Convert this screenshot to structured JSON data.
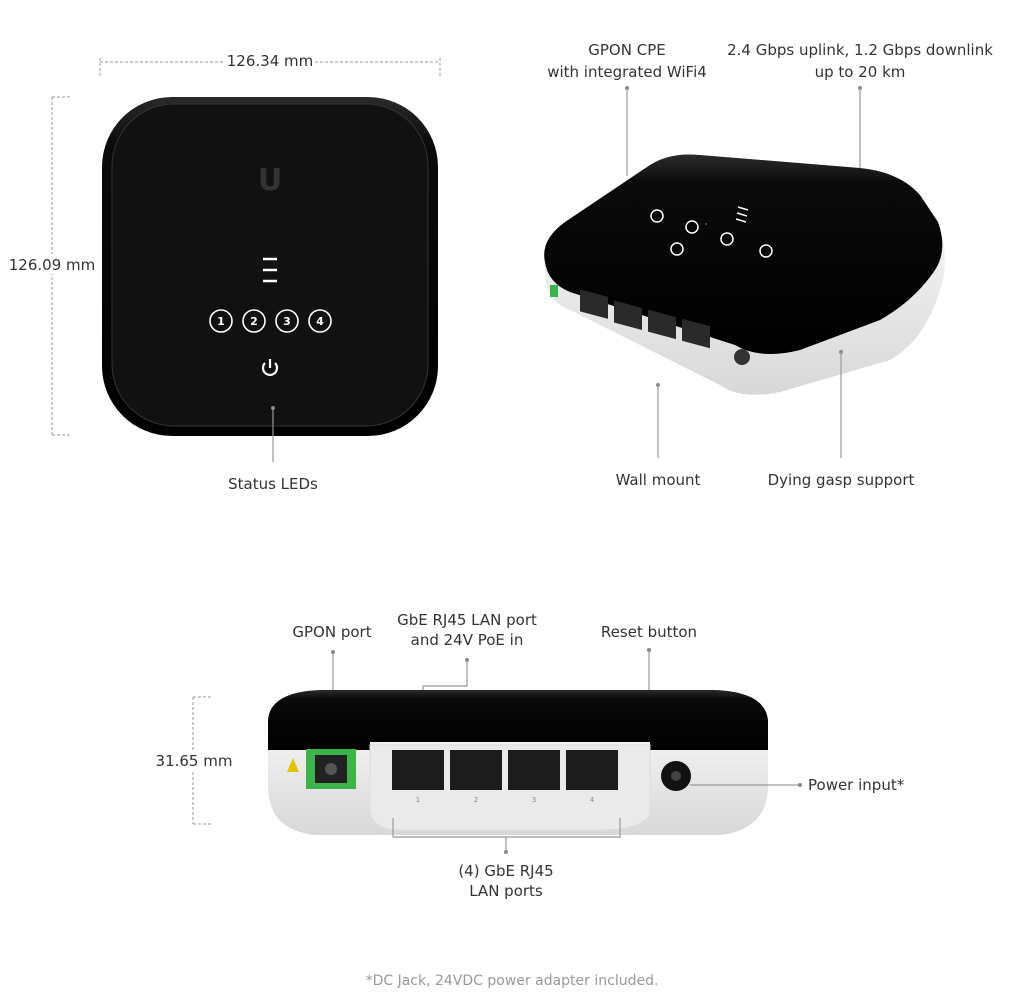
{
  "top_view": {
    "width_dim": "126.34 mm",
    "height_dim": "126.09 mm",
    "led_numbers": [
      "1",
      "2",
      "3",
      "4"
    ],
    "status_leds_label": "Status LEDs"
  },
  "angled_view": {
    "gpon_label": [
      "GPON  CPE",
      "with integrated WiFi4"
    ],
    "speed_label": [
      "2.4 Gbps uplink, 1.2 Gbps downlink",
      "up to 20 km"
    ],
    "wall_mount_label": "Wall mount",
    "dying_gasp_label": "Dying gasp support"
  },
  "rear_view": {
    "gpon_port_label": "GPON port",
    "poe_port_label": [
      "GbE RJ45 LAN port",
      "and 24V PoE in"
    ],
    "reset_label": "Reset button",
    "power_label": "Power input*",
    "lan_ports_label": [
      "(4) GbE RJ45",
      "LAN ports"
    ],
    "height_dim": "31.65 mm",
    "port_numbers": [
      "1",
      "2",
      "3",
      "4"
    ]
  },
  "footnote": "*DC Jack, 24VDC power adapter included.",
  "colors": {
    "device_black": "#0d0d0d",
    "device_white": "#f2f2f2",
    "gpon_green": "#3cb44a",
    "label": "#333333"
  }
}
